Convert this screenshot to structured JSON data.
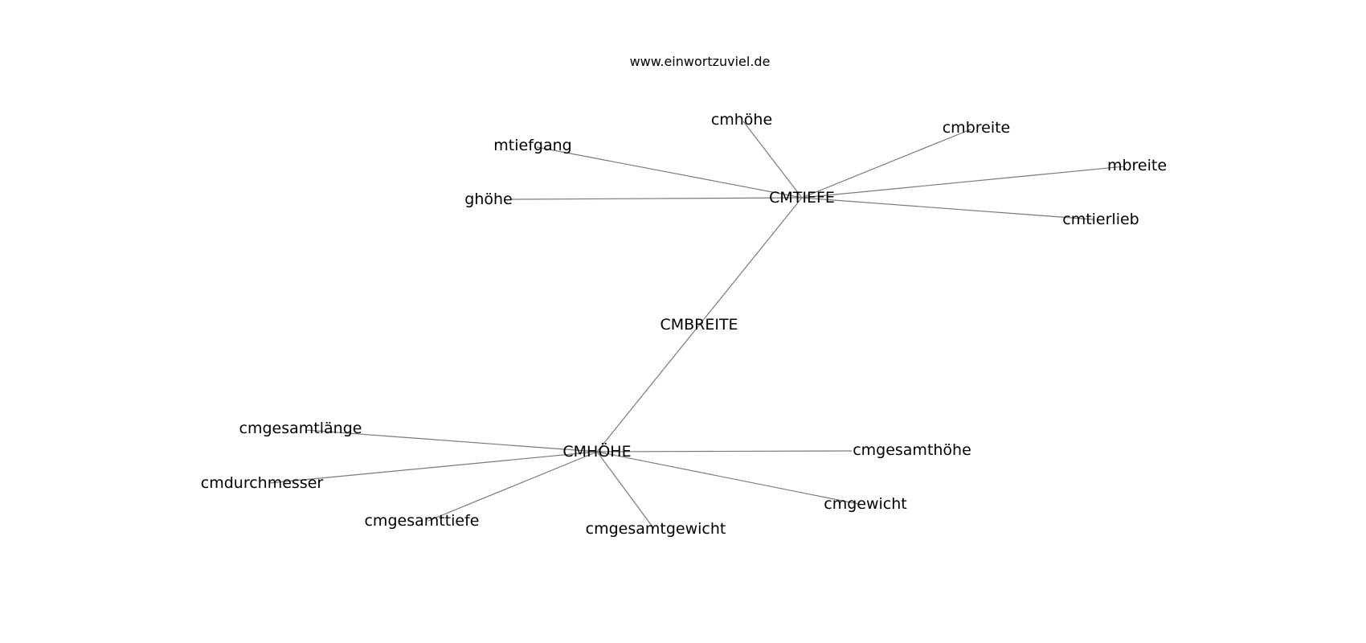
{
  "header": {
    "url": "www.einwortzuviel.de"
  },
  "graph": {
    "nodes": [
      {
        "id": "cmtiefe",
        "label": "CMTIEFE"
      },
      {
        "id": "cmbreite_hub",
        "label": "CMBREITE"
      },
      {
        "id": "cmhoehe",
        "label": "CMHÖHE"
      },
      {
        "id": "mtiefgang",
        "label": "mtiefgang"
      },
      {
        "id": "ghoehe",
        "label": "ghöhe"
      },
      {
        "id": "cmhoehe_small",
        "label": "cmhöhe"
      },
      {
        "id": "cmbreite",
        "label": "cmbreite"
      },
      {
        "id": "mbreite",
        "label": "mbreite"
      },
      {
        "id": "cmtierlieb",
        "label": "cmtierlieb"
      },
      {
        "id": "cmgesamtlaenge",
        "label": "cmgesamtlänge"
      },
      {
        "id": "cmdurchmesser",
        "label": "cmdurchmesser"
      },
      {
        "id": "cmgesamttiefe",
        "label": "cmgesamttiefe"
      },
      {
        "id": "cmgesamtgewicht",
        "label": "cmgesamtgewicht"
      },
      {
        "id": "cmgewicht",
        "label": "cmgewicht"
      },
      {
        "id": "cmgesamthoehe",
        "label": "cmgesamthöhe"
      }
    ],
    "edges": [
      {
        "source": "cmtiefe",
        "target": "mtiefgang"
      },
      {
        "source": "cmtiefe",
        "target": "ghoehe"
      },
      {
        "source": "cmtiefe",
        "target": "cmhoehe_small"
      },
      {
        "source": "cmtiefe",
        "target": "cmbreite"
      },
      {
        "source": "cmtiefe",
        "target": "mbreite"
      },
      {
        "source": "cmtiefe",
        "target": "cmtierlieb"
      },
      {
        "source": "cmtiefe",
        "target": "cmhoehe"
      },
      {
        "source": "cmhoehe",
        "target": "cmgesamtlaenge"
      },
      {
        "source": "cmhoehe",
        "target": "cmdurchmesser"
      },
      {
        "source": "cmhoehe",
        "target": "cmgesamttiefe"
      },
      {
        "source": "cmhoehe",
        "target": "cmgesamtgewicht"
      },
      {
        "source": "cmhoehe",
        "target": "cmgewicht"
      },
      {
        "source": "cmhoehe",
        "target": "cmgesamthoehe"
      }
    ]
  }
}
